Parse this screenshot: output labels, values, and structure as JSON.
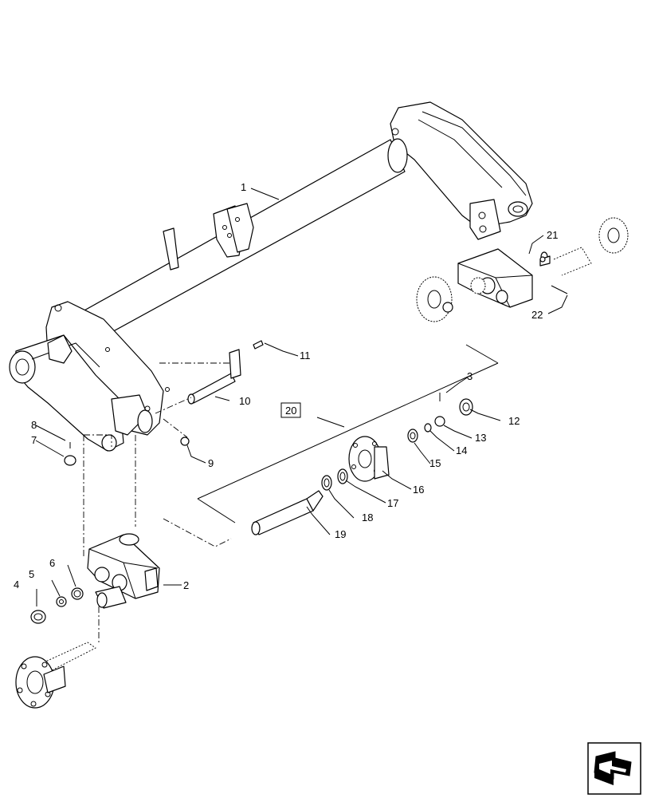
{
  "callouts": {
    "c1": "1",
    "c2": "2",
    "c3": "3",
    "c4": "4",
    "c5": "5",
    "c6": "6",
    "c7": "7",
    "c8": "8",
    "c9": "9",
    "c10": "10",
    "c11": "11",
    "c12": "12",
    "c13": "13",
    "c14": "14",
    "c15": "15",
    "c16": "16",
    "c17": "17",
    "c18": "18",
    "c19": "19",
    "c20": "20",
    "c21": "21",
    "c22": "22"
  },
  "icons": {
    "navigation": "next-page-arrow-icon"
  }
}
